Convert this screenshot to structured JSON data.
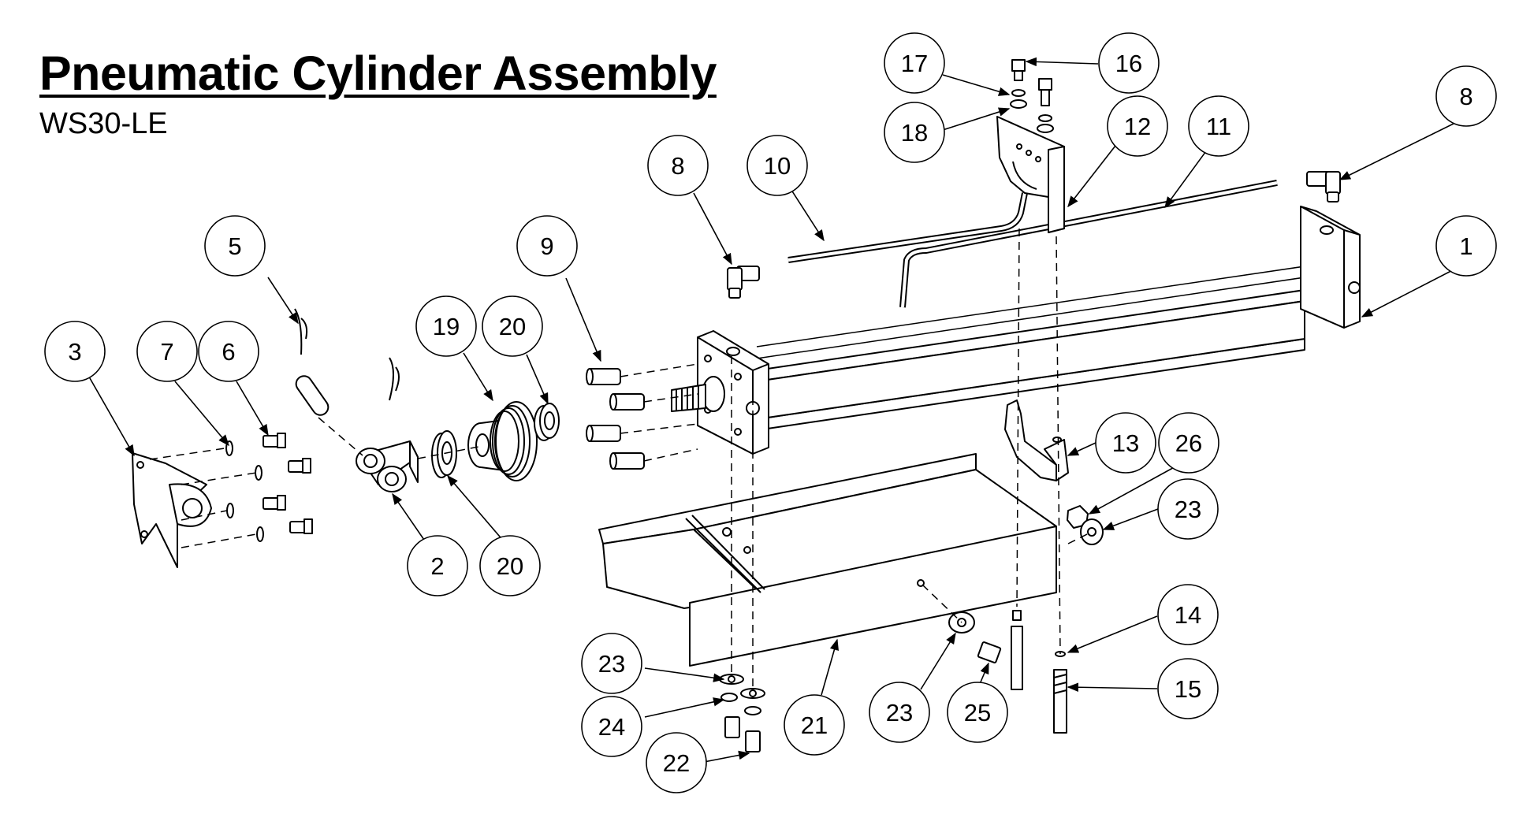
{
  "title": "Pneumatic Cylinder Assembly",
  "subtitle": "WS30-LE",
  "callouts": [
    {
      "id": "c-1",
      "label": "1"
    },
    {
      "id": "c-2",
      "label": "2"
    },
    {
      "id": "c-3",
      "label": "3"
    },
    {
      "id": "c-5",
      "label": "5"
    },
    {
      "id": "c-6",
      "label": "6"
    },
    {
      "id": "c-7",
      "label": "7"
    },
    {
      "id": "c-8a",
      "label": "8"
    },
    {
      "id": "c-8b",
      "label": "8"
    },
    {
      "id": "c-9",
      "label": "9"
    },
    {
      "id": "c-10",
      "label": "10"
    },
    {
      "id": "c-11",
      "label": "11"
    },
    {
      "id": "c-12",
      "label": "12"
    },
    {
      "id": "c-13",
      "label": "13"
    },
    {
      "id": "c-14",
      "label": "14"
    },
    {
      "id": "c-15",
      "label": "15"
    },
    {
      "id": "c-16",
      "label": "16"
    },
    {
      "id": "c-17",
      "label": "17"
    },
    {
      "id": "c-18",
      "label": "18"
    },
    {
      "id": "c-19",
      "label": "19"
    },
    {
      "id": "c-20a",
      "label": "20"
    },
    {
      "id": "c-20b",
      "label": "20"
    },
    {
      "id": "c-21",
      "label": "21"
    },
    {
      "id": "c-22",
      "label": "22"
    },
    {
      "id": "c-23a",
      "label": "23"
    },
    {
      "id": "c-23b",
      "label": "23"
    },
    {
      "id": "c-23c",
      "label": "23"
    },
    {
      "id": "c-24",
      "label": "24"
    },
    {
      "id": "c-25",
      "label": "25"
    },
    {
      "id": "c-26",
      "label": "26"
    }
  ]
}
